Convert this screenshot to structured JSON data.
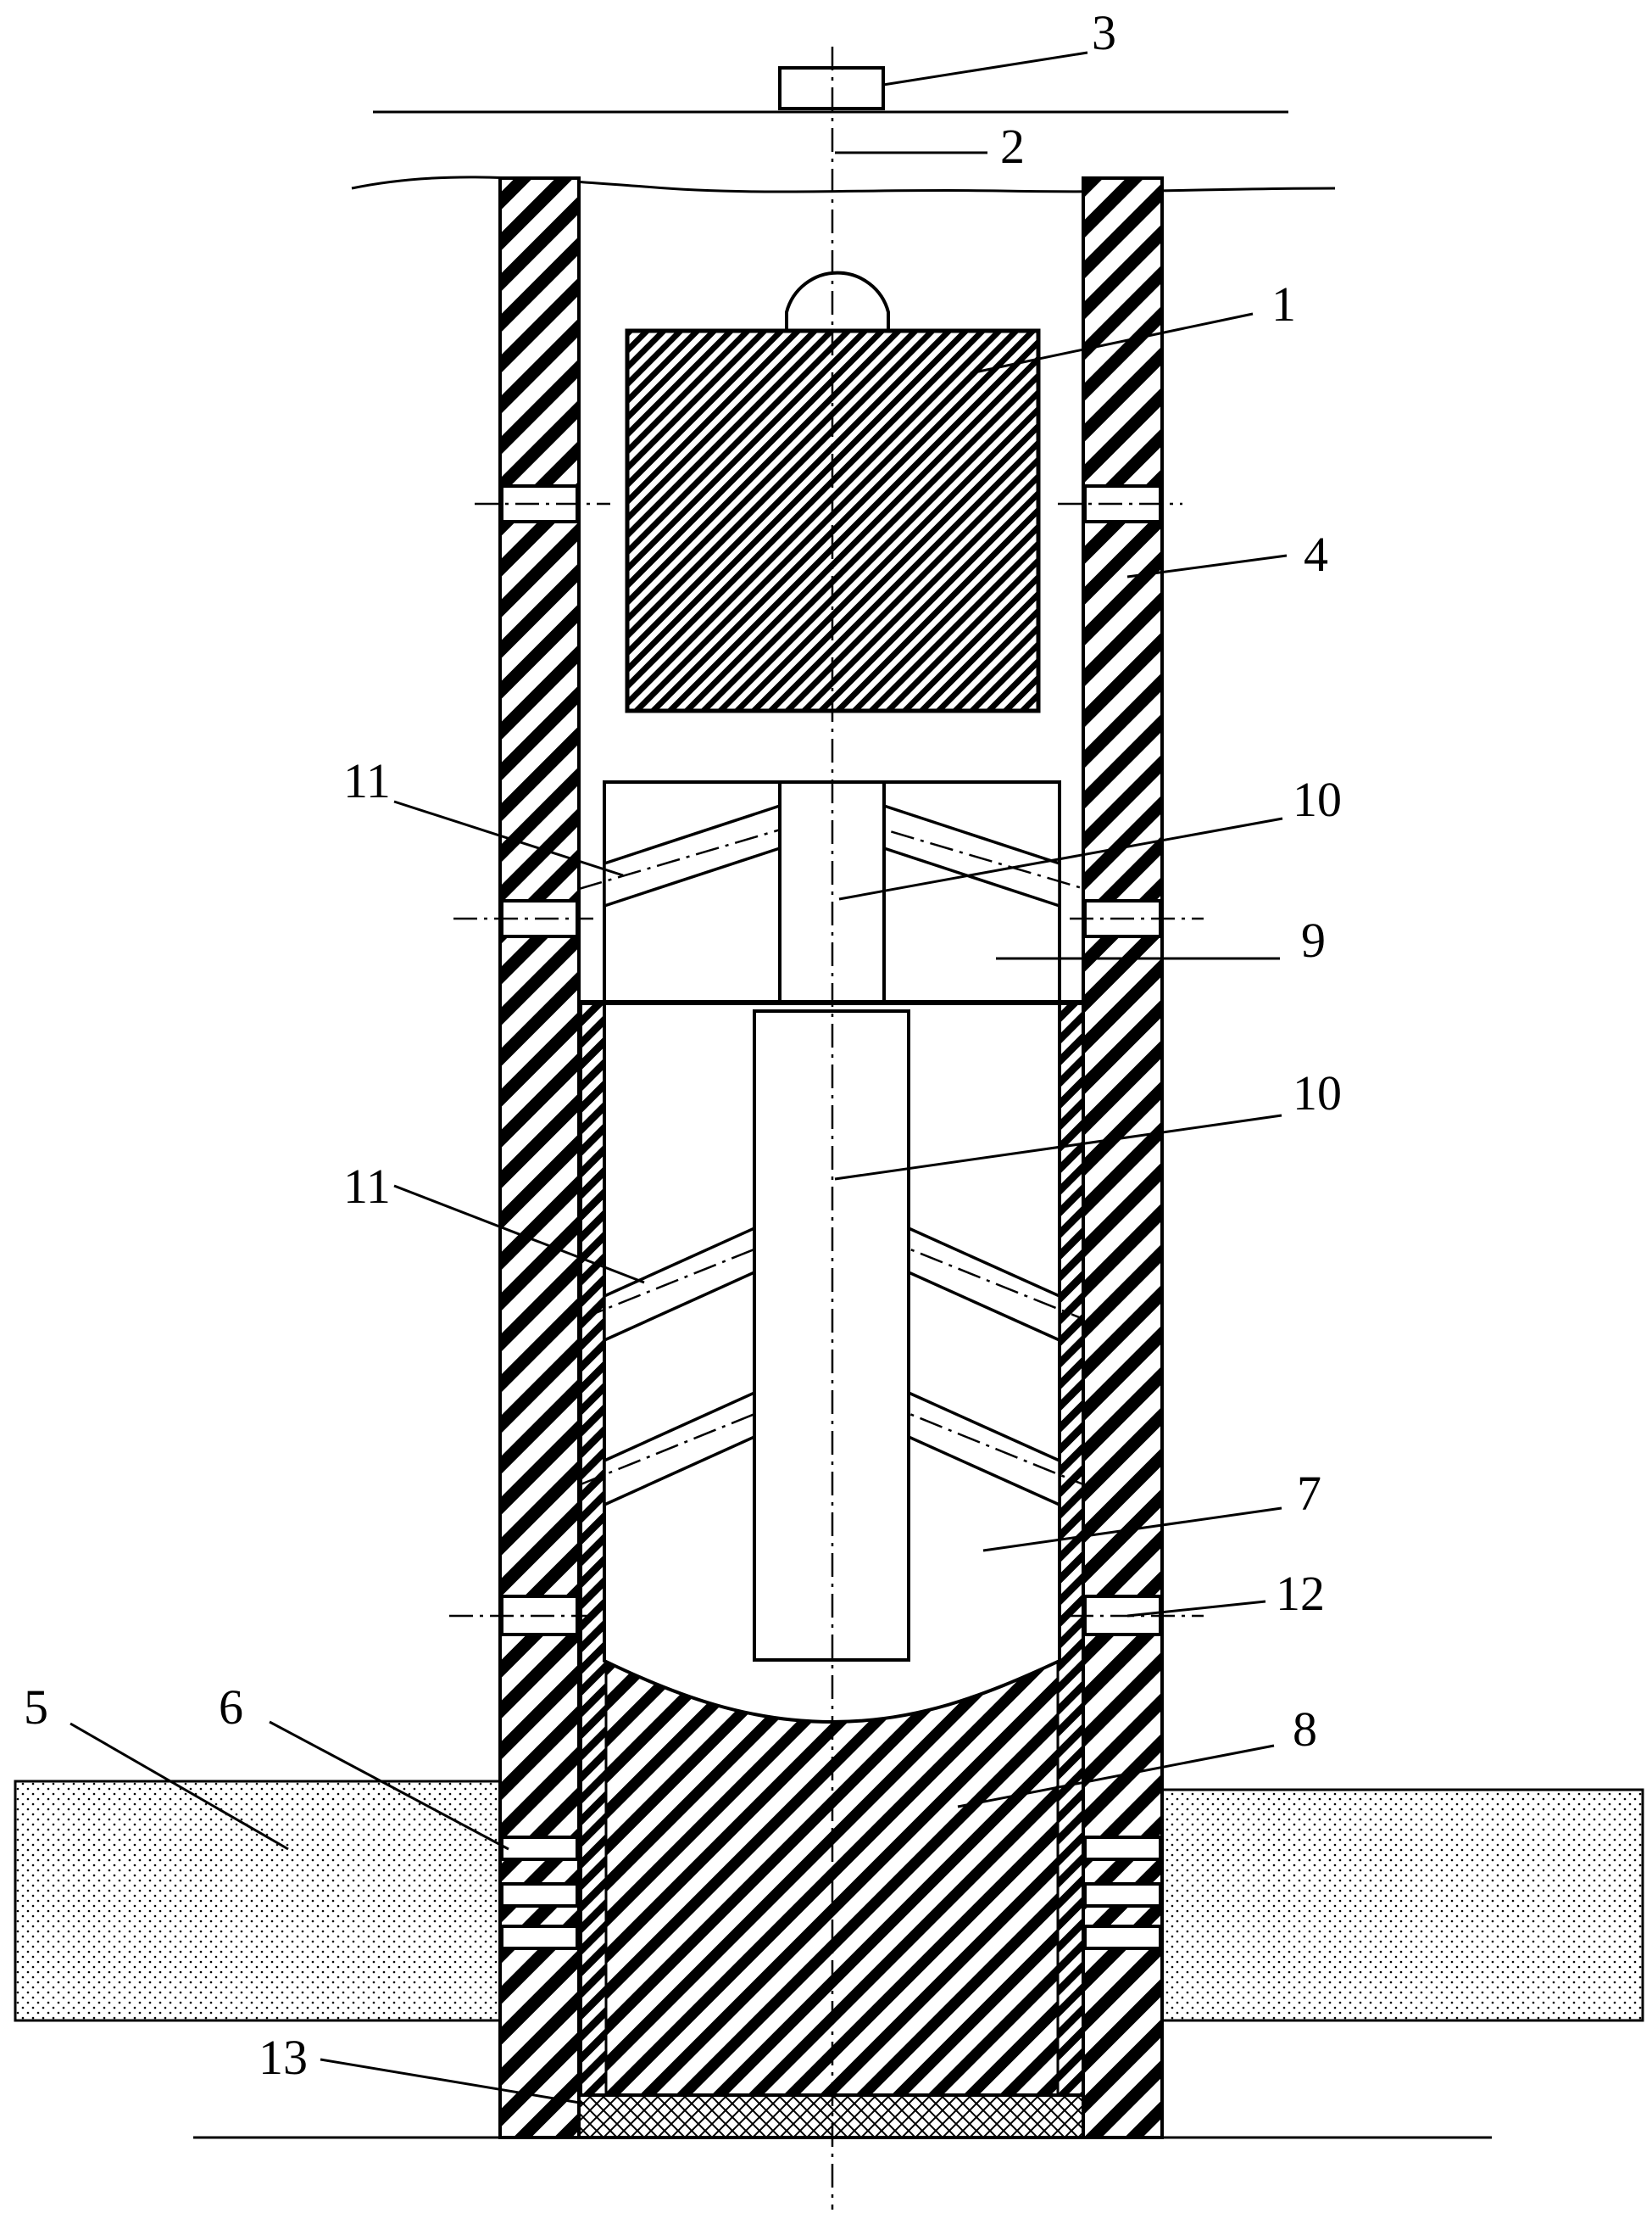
{
  "diagram": {
    "labels": {
      "l1": "1",
      "l2": "2",
      "l3": "3",
      "l4": "4",
      "l5": "5",
      "l6": "6",
      "l7": "7",
      "l8": "8",
      "l9": "9",
      "l10a": "10",
      "l10b": "10",
      "l11a": "11",
      "l11b": "11",
      "l12": "12",
      "l13": "13"
    }
  }
}
